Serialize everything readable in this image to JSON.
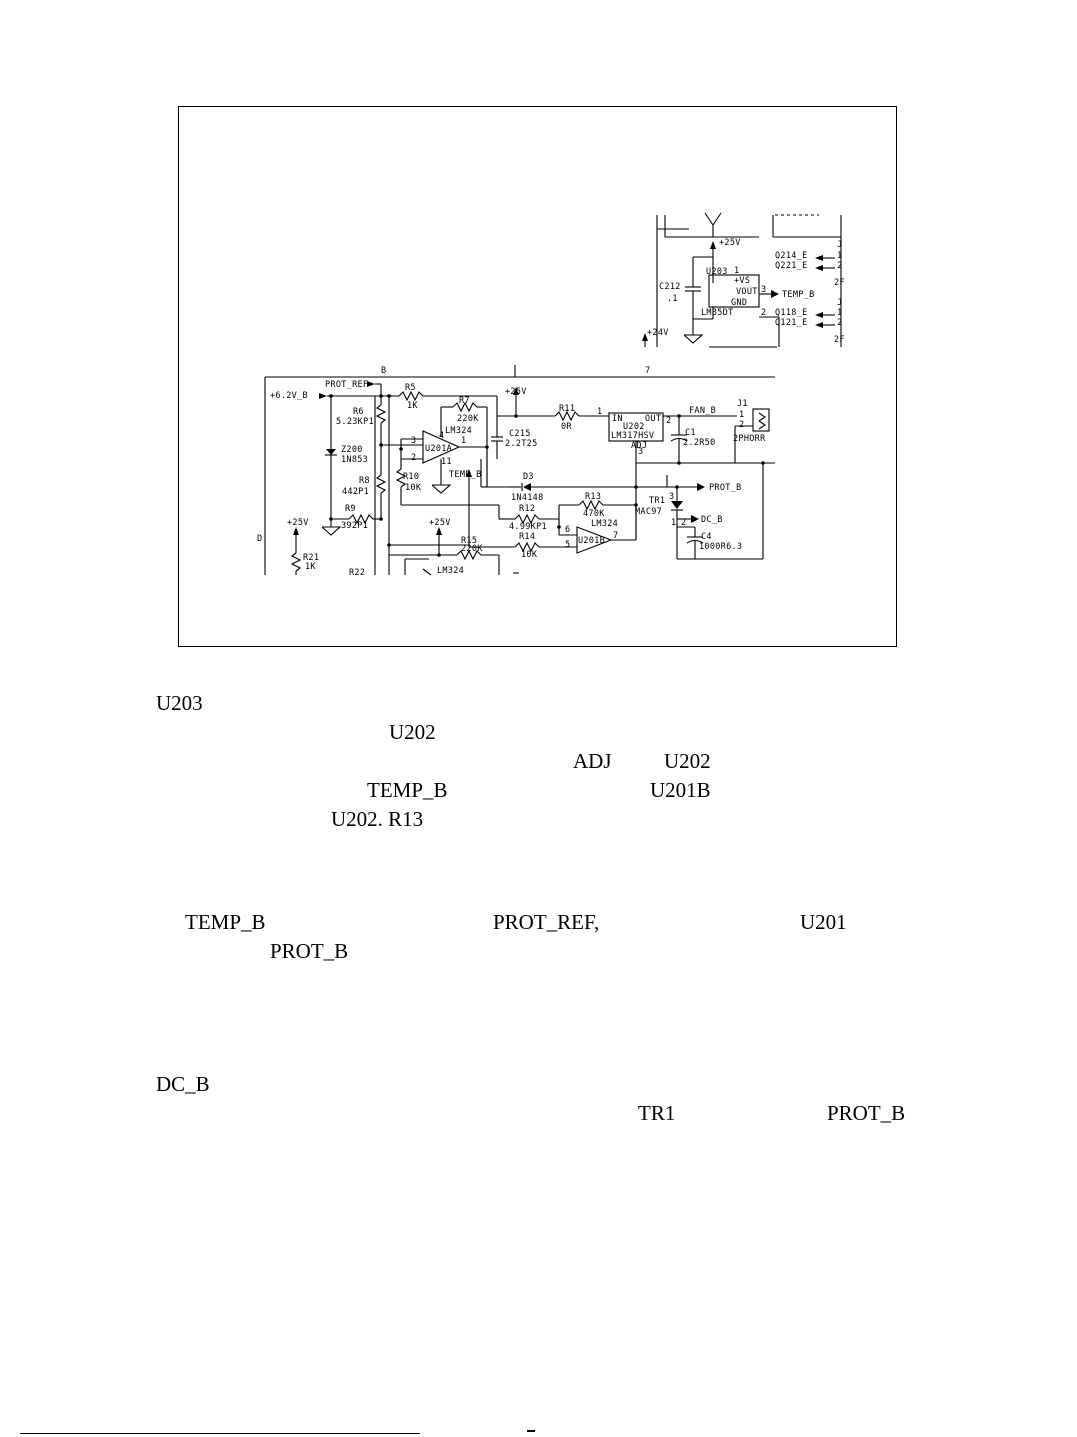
{
  "schematic": {
    "top": {
      "v25": "+25V",
      "u203": "U203",
      "vs": "+VS",
      "vout": "VOUT",
      "gnd": "GND",
      "lm35dt": "LM35DT",
      "pin1": "1",
      "pin2": "2",
      "pin3": "3",
      "c212": "C212",
      "c212_val": ".1",
      "v24": "+24V",
      "temp_b": "TEMP_B",
      "j_a": "J",
      "j_b": "J",
      "q214": "Q214_E",
      "q221": "Q221_E",
      "q118": "Q118_E",
      "q121": "Q121_E",
      "p1a": "1",
      "p2a": "2",
      "p1b": "1",
      "p2b": "2",
      "m2f_a": "2F",
      "m2f_b": "2F"
    },
    "main": {
      "zone_b": "B",
      "zone_7": "7",
      "zone_d": "D",
      "v62": "+6.2V_B",
      "prot_ref": "PROT_REF",
      "r5": "R5",
      "r5_val": "1K",
      "r6": "R6",
      "r6_val": "5.23KP1",
      "r7": "R7",
      "r7_val": "220K",
      "lm324_a": "LM324",
      "u201a": "U201A",
      "pin4": "4",
      "pin3": "3",
      "pin2": "2",
      "pin1": "1",
      "pin11": "11",
      "z200": "Z200",
      "z200_val": "1N853",
      "r8": "R8",
      "r8_val": "442P1",
      "r9": "R9",
      "r9_val": "392P1",
      "r10": "R10",
      "r10_val": "10K",
      "temp_b": "TEMP_B",
      "v25_a": "+25V",
      "c215": "C215",
      "c215_val": "2.2T25",
      "r11": "R11",
      "r11_val": "0R",
      "u202_in": "IN",
      "u202_out": "OUT",
      "u202": "U202",
      "u202_val": "LM317HSV",
      "u202_adj": "ADJ",
      "u202_p1": "1",
      "u202_p2": "2",
      "u202_p3": "3",
      "fan_b": "FAN_B",
      "c1": "C1",
      "c1_val": "2.2R50",
      "j1": "J1",
      "j1_p1": "1",
      "j1_p2": "2",
      "j1_val": "2PHORR",
      "d3": "D3",
      "d3_val": "1N4148",
      "prot_b": "PROT_B",
      "r13": "R13",
      "r13_val": "470K",
      "lm324_b": "LM324",
      "r12": "R12",
      "r12_val": "4.99KP1",
      "u201b": "U201B",
      "pin6": "6",
      "pin5": "5",
      "pin7": "7",
      "r14": "R14",
      "r14_val": "10K",
      "tr1": "TR1",
      "tr1_val": "MAC97",
      "tr_p3": "3",
      "tr_p1": "1",
      "tr_p2": "2",
      "dc_b": "DC_B",
      "c4": "C4",
      "c4_val": "1000R6.3",
      "v25_b": "+25V",
      "r21": "R21",
      "r21_val": "1K",
      "v25_c": "+25V",
      "r15": "R15",
      "r15_val": "220K",
      "lm324_c": "LM324",
      "r22": "R22"
    }
  },
  "text": {
    "p1_u203": "U203",
    "p1_u202": "U202",
    "p1_adj": "ADJ",
    "p1_u202b": "U202",
    "p1_temp_b": "TEMP_B",
    "p1_u201b": "U201B",
    "p1_u202_r13": "U202. R13",
    "p2_temp_b": "TEMP_B",
    "p2_prot_ref": "PROT_REF,",
    "p2_u201": "U201",
    "p2_prot_b": "PROT_B",
    "p3_dc_b": "DC_B",
    "p3_tr1": "TR1",
    "p3_prot_b": "PROT_B"
  }
}
